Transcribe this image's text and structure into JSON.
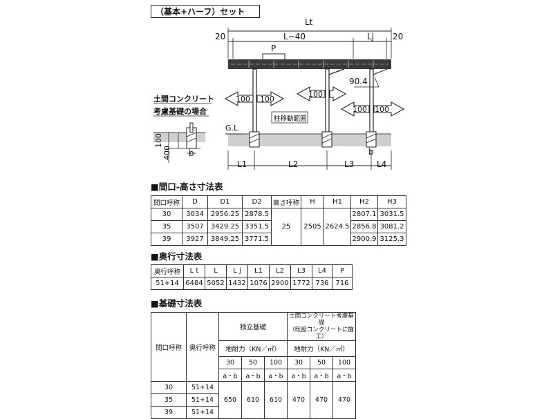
{
  "title": "（基本+ハーフ）セット",
  "diagram": {
    "lt": "Lt",
    "left20": "20",
    "l40": "L−40",
    "lj": "Lj",
    "right20": "20",
    "p": "P",
    "arrow_100": "100",
    "dim_90_4": "90.4",
    "gl": "G.L",
    "column_range": "柱移動範囲",
    "note_line1": "土間コンクリート",
    "note_line2": "考慮基礎の場合",
    "dim100": "100",
    "dim400": "400",
    "dim_b": "b",
    "l1": "L1",
    "l2": "L2",
    "l3": "L3",
    "l4": "L4"
  },
  "table1": {
    "heading": "■間口-高さ寸法表",
    "headers": [
      "間口呼称",
      "D",
      "D1",
      "D2",
      "高さ呼称",
      "H",
      "H1",
      "H2",
      "H3"
    ],
    "rows": [
      [
        "30",
        "3034",
        "2956.25",
        "2878.5",
        "2807.1",
        "3031.5"
      ],
      [
        "35",
        "3507",
        "3429.25",
        "3351.5",
        "2856.8",
        "3081.2"
      ],
      [
        "39",
        "3927",
        "3849.25",
        "3771.5",
        "2900.9",
        "3125.3"
      ]
    ],
    "shared": {
      "height_name": "25",
      "h": "2505",
      "h1": "2624.5"
    }
  },
  "table2": {
    "heading": "■奥行寸法表",
    "headers": [
      "奥行呼称",
      "L t",
      "L",
      "L j",
      "L1",
      "L2",
      "L3",
      "L4",
      "P"
    ],
    "row": [
      "51+14",
      "6484",
      "5052",
      "1432",
      "1076",
      "2900",
      "1772",
      "736",
      "716"
    ]
  },
  "table3": {
    "heading": "■基礎寸法表",
    "h_width": "間口呼称",
    "h_depth": "奥行呼称",
    "group1": "独立基礎",
    "group2_line1": "土間コンクリート考慮基礎",
    "group2_line2": "（既設コンクリートに施工）",
    "bearing": "地耐力（KN／㎡）",
    "loads": [
      "30",
      "50",
      "100",
      "30",
      "50",
      "100"
    ],
    "ab": "a・b",
    "rows": [
      [
        "30",
        "51+14"
      ],
      [
        "35",
        "51+14"
      ],
      [
        "39",
        "51+14"
      ]
    ],
    "values": [
      "650",
      "610",
      "610",
      "470",
      "470",
      "470"
    ]
  }
}
